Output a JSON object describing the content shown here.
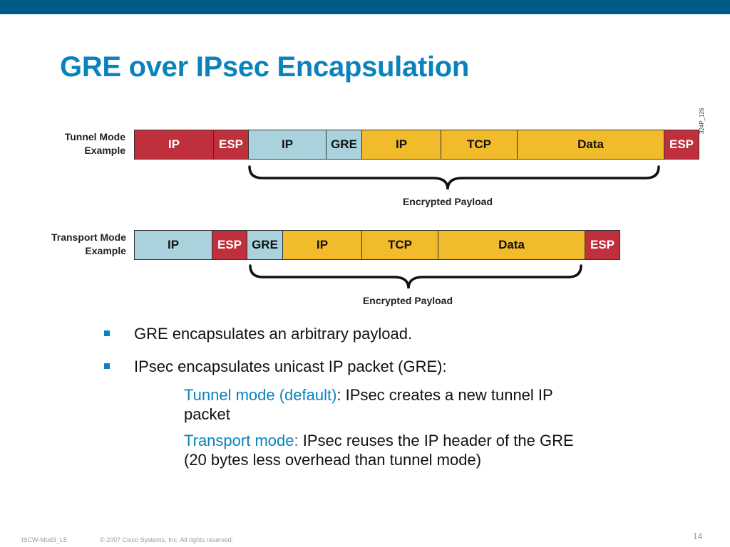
{
  "title": "GRE over IPsec Encapsulation",
  "tunnel_mode": {
    "label_line1": "Tunnel Mode",
    "label_line2": "Example",
    "segments": [
      "IP",
      "ESP",
      "IP",
      "GRE",
      "IP",
      "TCP",
      "Data",
      "ESP"
    ],
    "payload_label": "Encrypted Payload"
  },
  "transport_mode": {
    "label_line1": "Transport Mode",
    "label_line2": "Example",
    "segments": [
      "IP",
      "ESP",
      "GRE",
      "IP",
      "TCP",
      "Data",
      "ESP"
    ],
    "payload_label": "Encrypted Payload"
  },
  "figure_id": "324P_126",
  "bullets": [
    "GRE encapsulates an arbitrary payload.",
    "IPsec encapsulates unicast IP packet (GRE):"
  ],
  "sub_items": [
    {
      "term": "Tunnel mode (default)",
      "sep": ":",
      "text": " IPsec creates a new tunnel IP packet"
    },
    {
      "term": "Transport mode",
      "sep": ":",
      "text": " IPsec reuses the IP header of the GRE (20 bytes less overhead than tunnel mode)"
    }
  ],
  "footer": {
    "course": "ISCW-Mod3_L5",
    "copyright": "© 2007 Cisco Systems, Inc. All rights reserved.",
    "page": "14"
  },
  "colors": {
    "title": "#0a83bd",
    "top_bar": "#005a86",
    "esp_red": "#c0303c",
    "ip_blue": "#a9d2dc",
    "payload_yellow": "#f2bb2b"
  }
}
